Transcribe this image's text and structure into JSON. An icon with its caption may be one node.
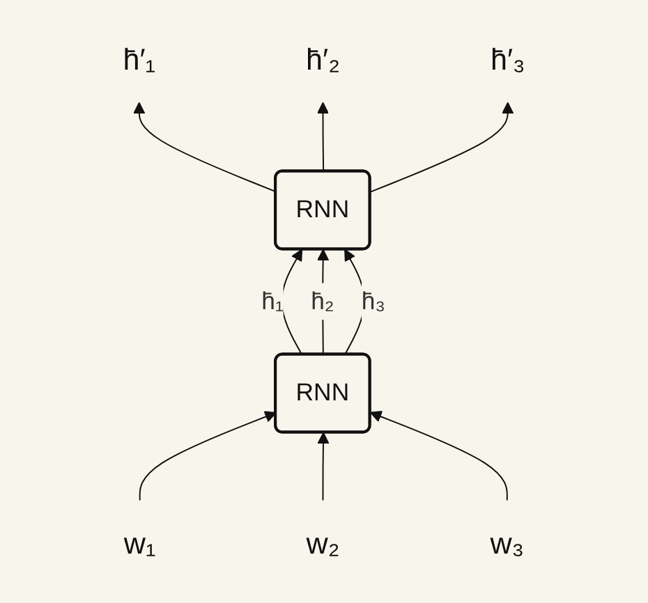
{
  "diagram": {
    "nodes": [
      {
        "text": [
          "h̄′₁"
        ]
      },
      {
        "text": [
          "h̄′₂"
        ]
      },
      {
        "text": [
          "h̄′₃"
        ]
      },
      {
        "text": [
          "RNN"
        ]
      },
      {
        "text": [
          "RNN"
        ]
      },
      {
        "text": [
          "w₁"
        ]
      },
      {
        "text": [
          "w₂"
        ]
      },
      {
        "text": [
          "w₃"
        ]
      }
    ],
    "edges": [
      {
        "from": 5,
        "to": 4,
        "arrow": "to"
      },
      {
        "from": 6,
        "to": 4,
        "arrow": "to"
      },
      {
        "from": 7,
        "to": 4,
        "arrow": "to"
      },
      {
        "from": 4,
        "to": 3,
        "arrow": "to",
        "label": "h̄₁"
      },
      {
        "from": 4,
        "to": 3,
        "arrow": "to",
        "label": "h̄₂"
      },
      {
        "from": 4,
        "to": 3,
        "arrow": "to",
        "label": "h̄₃"
      },
      {
        "from": 3,
        "to": 0,
        "arrow": "to"
      },
      {
        "from": 3,
        "to": 1,
        "arrow": "to"
      },
      {
        "from": 3,
        "to": 2,
        "arrow": "to"
      }
    ]
  }
}
